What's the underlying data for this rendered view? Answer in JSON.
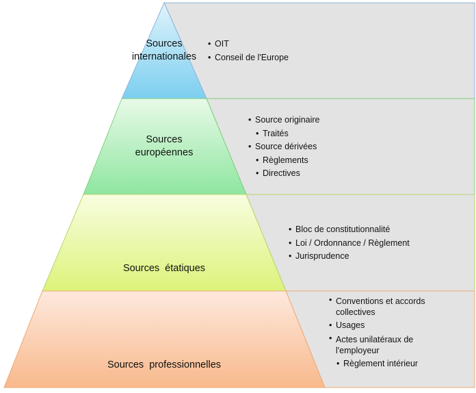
{
  "tiers": [
    {
      "label_lines": [
        "Sources",
        "internationales"
      ],
      "color_top": "#dff3fb",
      "color_bottom": "#7ccff0",
      "border_color": "#8fb3d9",
      "items": [
        {
          "text": "OIT",
          "level": 0
        },
        {
          "text": "Conseil de l'Europe",
          "level": 0
        }
      ]
    },
    {
      "label_lines": [
        "Sources",
        "européennes"
      ],
      "color_top": "#e8fae8",
      "color_bottom": "#8fe6a0",
      "border_color": "#7ecf7e",
      "items": [
        {
          "text": "Source originaire",
          "level": 0
        },
        {
          "text": "Traités",
          "level": 1
        },
        {
          "text": "Source dérivées",
          "level": 0
        },
        {
          "text": "Règlements",
          "level": 1
        },
        {
          "text": "Directives",
          "level": 1
        }
      ]
    },
    {
      "label_lines": [
        "Sources  étatiques"
      ],
      "color_top": "#f8fde0",
      "color_bottom": "#dcf37a",
      "border_color": "#b5d66a",
      "items": [
        {
          "text": "Bloc de constitutionnalité",
          "level": 0
        },
        {
          "text": "Loi / Ordonnance / Règlement",
          "level": 0
        },
        {
          "text": "Jurisprudence",
          "level": 0
        }
      ]
    },
    {
      "label_lines": [
        "Sources  professionnelles"
      ],
      "color_top": "#fde9dd",
      "color_bottom": "#f8b98c",
      "border_color": "#f0a772",
      "items": [
        {
          "text": "Conventions et accords collectives",
          "level": 0
        },
        {
          "text": "Usages",
          "level": 0
        },
        {
          "text": "Actes unilatéraux de l'employeur",
          "level": 0
        },
        {
          "text": "Règlement intérieur",
          "level": 1
        }
      ]
    }
  ],
  "colors": {
    "panel_fill": "#e3e3e3",
    "panel_stroke": "#b7b7b7"
  }
}
